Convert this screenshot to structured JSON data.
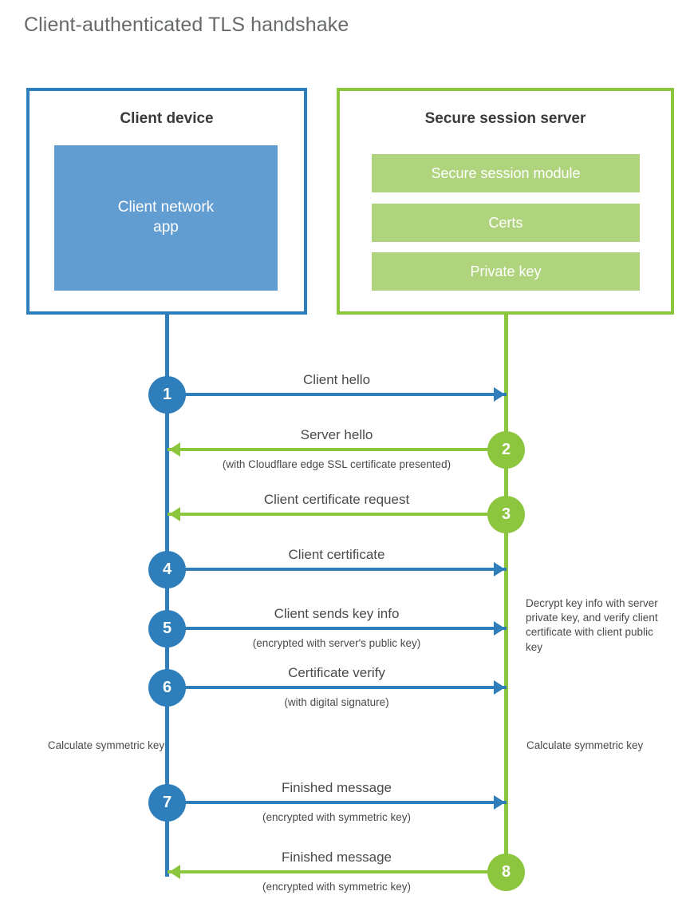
{
  "title": "Client-authenticated TLS handshake",
  "colors": {
    "client_blue": "#2E7EBB",
    "client_app_fill": "#629DD1",
    "server_green": "#8CC63E",
    "server_bar_fill": "#B0D47E",
    "text": "#4a4a4a"
  },
  "actors": {
    "client": {
      "title": "Client device",
      "app_label": "Client network\napp",
      "app_label_line1": "Client network",
      "app_label_line2": "app"
    },
    "server": {
      "title": "Secure session server",
      "modules": [
        {
          "label": "Secure session module"
        },
        {
          "label": "Certs"
        },
        {
          "label": "Private key"
        }
      ]
    }
  },
  "messages": [
    {
      "num": "1",
      "label": "Client hello",
      "sub": "",
      "dir": "right",
      "color": "blue"
    },
    {
      "num": "2",
      "label": "Server hello",
      "sub": "(with Cloudflare edge SSL certificate presented)",
      "dir": "left",
      "color": "green"
    },
    {
      "num": "3",
      "label": "Client certificate request",
      "sub": "",
      "dir": "left",
      "color": "green"
    },
    {
      "num": "4",
      "label": "Client certificate",
      "sub": "",
      "dir": "right",
      "color": "blue"
    },
    {
      "num": "5",
      "label": "Client sends key info",
      "sub": "(encrypted with server's public key)",
      "dir": "right",
      "color": "blue"
    },
    {
      "num": "6",
      "label": "Certificate verify",
      "sub": "(with digital signature)",
      "dir": "right",
      "color": "blue"
    },
    {
      "num": "7",
      "label": "Finished message",
      "sub": "(encrypted with symmetric key)",
      "dir": "right",
      "color": "blue"
    },
    {
      "num": "8",
      "label": "Finished message",
      "sub": "(encrypted with symmetric key)",
      "dir": "left",
      "color": "green"
    }
  ],
  "notes": {
    "server_decrypt": "Decrypt key info with server private key, and verify client certificate with client public key",
    "client_calc": "Calculate symmetric key",
    "server_calc": "Calculate symmetric key"
  }
}
